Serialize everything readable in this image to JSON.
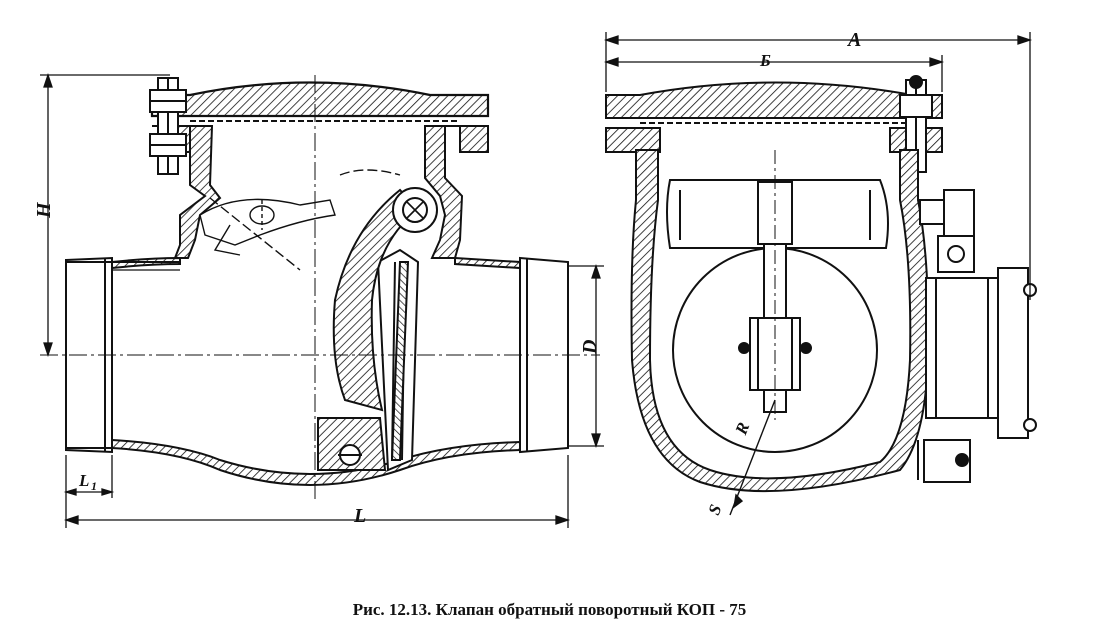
{
  "figure": {
    "caption": "Рис. 12.13. Клапан обратный поворотный КОП - 75"
  },
  "side_view": {
    "dimensions": {
      "height": "H",
      "length": "L",
      "end_length": "L",
      "end_length_sub": "1",
      "diameter": "D"
    }
  },
  "front_view": {
    "dimensions": {
      "overall_width": "А",
      "flange_width": "Б",
      "radius": "R",
      "wall": "S"
    }
  },
  "colors": {
    "line": "#111111",
    "paper": "#ffffff"
  }
}
